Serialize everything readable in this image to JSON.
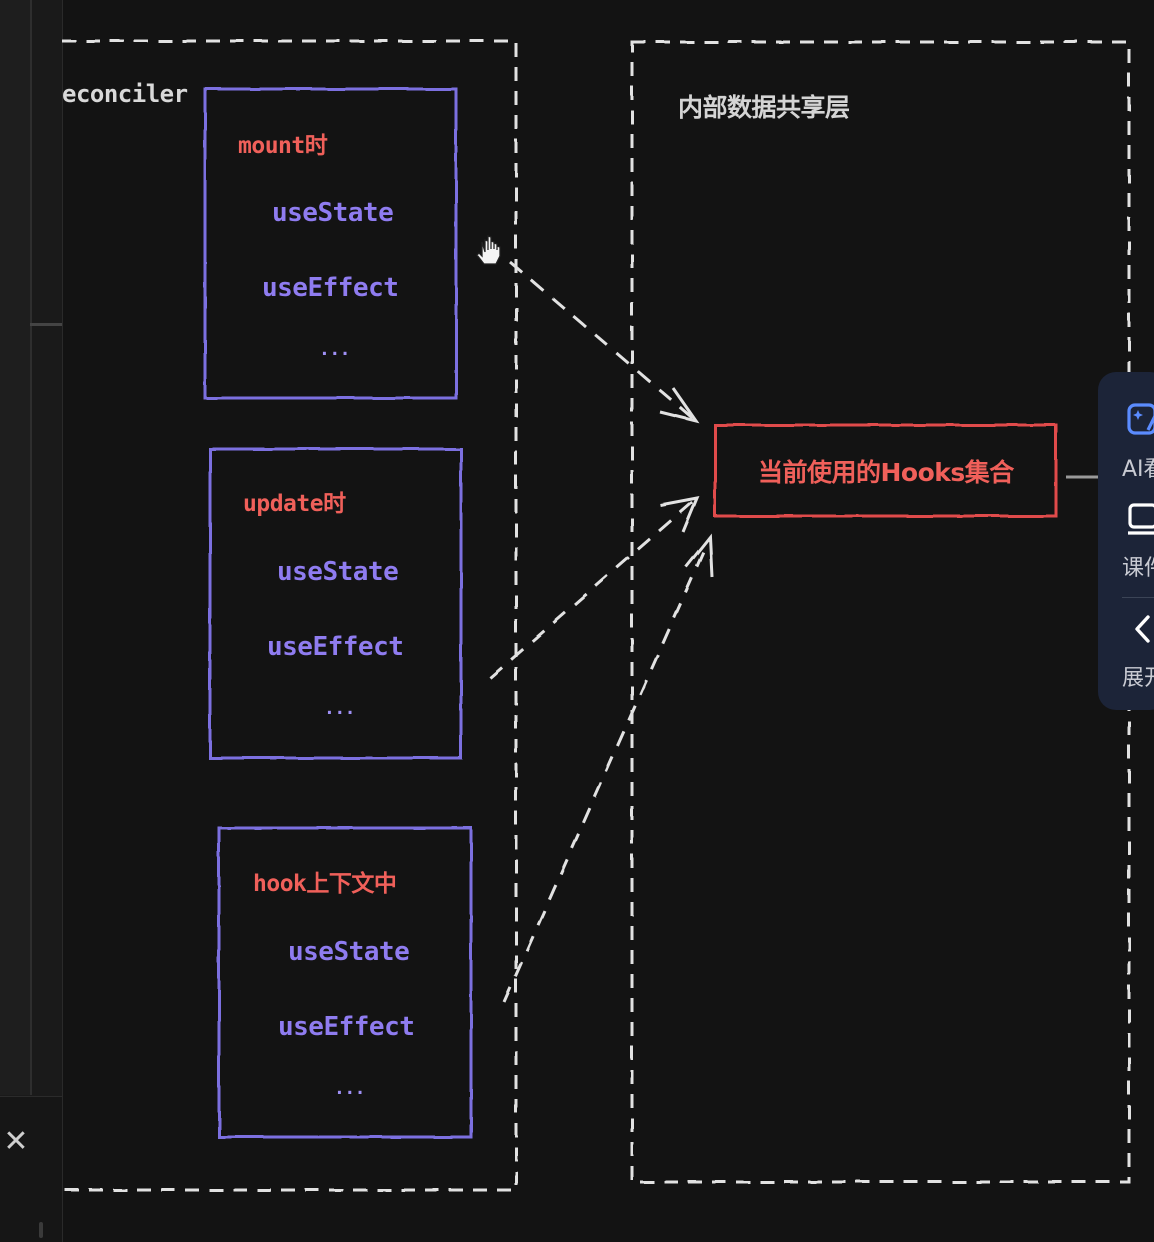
{
  "diagram": {
    "group_label": "econciler",
    "layer_label": "内部数据共享层",
    "boxes": [
      {
        "title": "mount时",
        "items": [
          "useState",
          "useEffect",
          "..."
        ]
      },
      {
        "title": "update时",
        "items": [
          "useState",
          "useEffect",
          "..."
        ]
      },
      {
        "title": "hook上下文中",
        "items": [
          "useState",
          "useEffect",
          "..."
        ]
      }
    ],
    "target": "当前使用的Hooks集合"
  },
  "side_panel": {
    "items": [
      {
        "label": "AI看",
        "icon": "ai-sparkle-icon"
      },
      {
        "label": "课件",
        "icon": "laptop-icon"
      },
      {
        "label": "展开",
        "icon": "chevron-left-icon"
      }
    ]
  },
  "left_panel": {
    "close_label": "✕"
  },
  "colors": {
    "background": "#131313",
    "box_border": "#7b6fe0",
    "title_red": "#f0605a",
    "item_purple": "#8f7cf0",
    "dashed_white": "#e2e2e2",
    "panel_bg": "#1c2438",
    "accent_blue": "#5b8cff"
  }
}
